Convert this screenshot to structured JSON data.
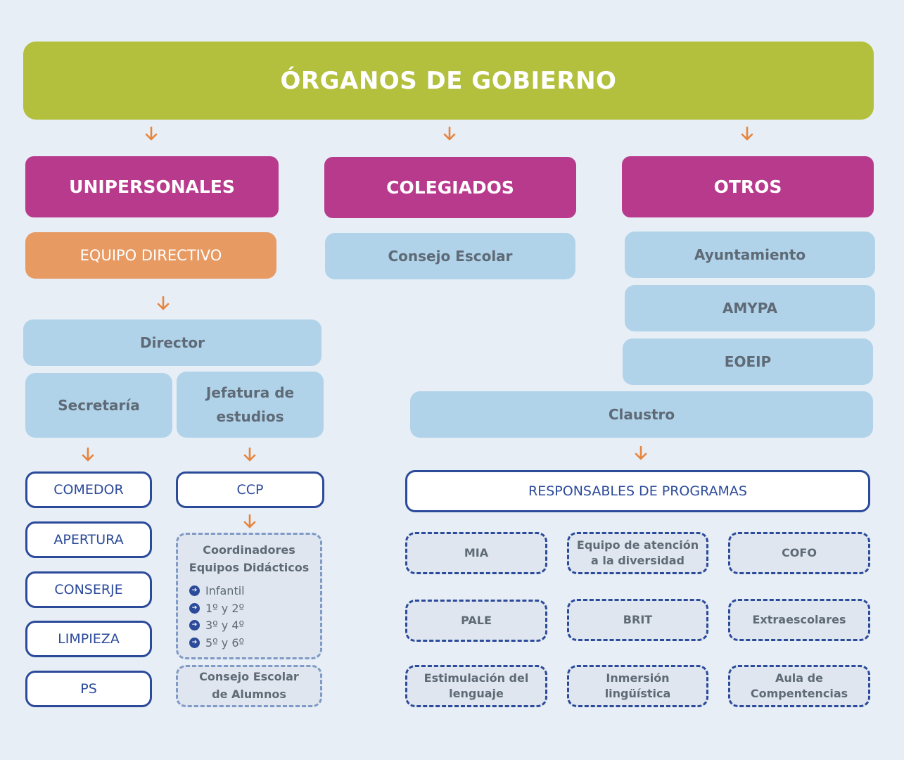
{
  "title": "ÓRGANOS DE GOBIERNO",
  "categories": {
    "unipersonales": "UNIPERSONALES",
    "colegiados": "COLEGIADOS",
    "otros": "OTROS"
  },
  "unipersonales": {
    "equipo_directivo": "EQUIPO DIRECTIVO",
    "director": "Director",
    "secretaria": "Secretaría",
    "jefatura_line1": "Jefatura de",
    "jefatura_line2": "estudios",
    "secretaria_items": [
      "COMEDOR",
      "APERTURA",
      "CONSERJE",
      "LIMPIEZA",
      "PS"
    ],
    "ccp": "CCP",
    "coordinadores_line1": "Coordinadores",
    "coordinadores_line2": "Equipos Didácticos",
    "coordinadores_items": [
      "Infantil",
      "1º y 2º",
      "3º y 4º",
      "5º y 6º"
    ],
    "consejo_alumnos_line1": "Consejo Escolar",
    "consejo_alumnos_line2": "de Alumnos"
  },
  "colegiados": {
    "consejo_escolar": "Consejo Escolar",
    "claustro": "Claustro"
  },
  "otros": {
    "items": [
      "Ayuntamiento",
      "AMYPA",
      "EOEIP"
    ]
  },
  "programas": {
    "heading": "RESPONSABLES DE PROGRAMAS",
    "items": [
      [
        "MIA"
      ],
      [
        "Equipo de atención",
        "a la diversidad"
      ],
      [
        "COFO"
      ],
      [
        "PALE"
      ],
      [
        "BRIT"
      ],
      [
        "Extraescolares"
      ],
      [
        "Estimulación del",
        "lenguaje"
      ],
      [
        "Inmersión",
        "lingüística"
      ],
      [
        "Aula de",
        "Compentencias"
      ]
    ]
  },
  "colors": {
    "background": "#e7eef6",
    "top": "#b2c03e",
    "category": "#b83a8c",
    "equipo_directivo": "#e89a63",
    "light_box": "#b1d3ea",
    "outline": "#2b4a9a",
    "arrow": "#e8843c"
  }
}
